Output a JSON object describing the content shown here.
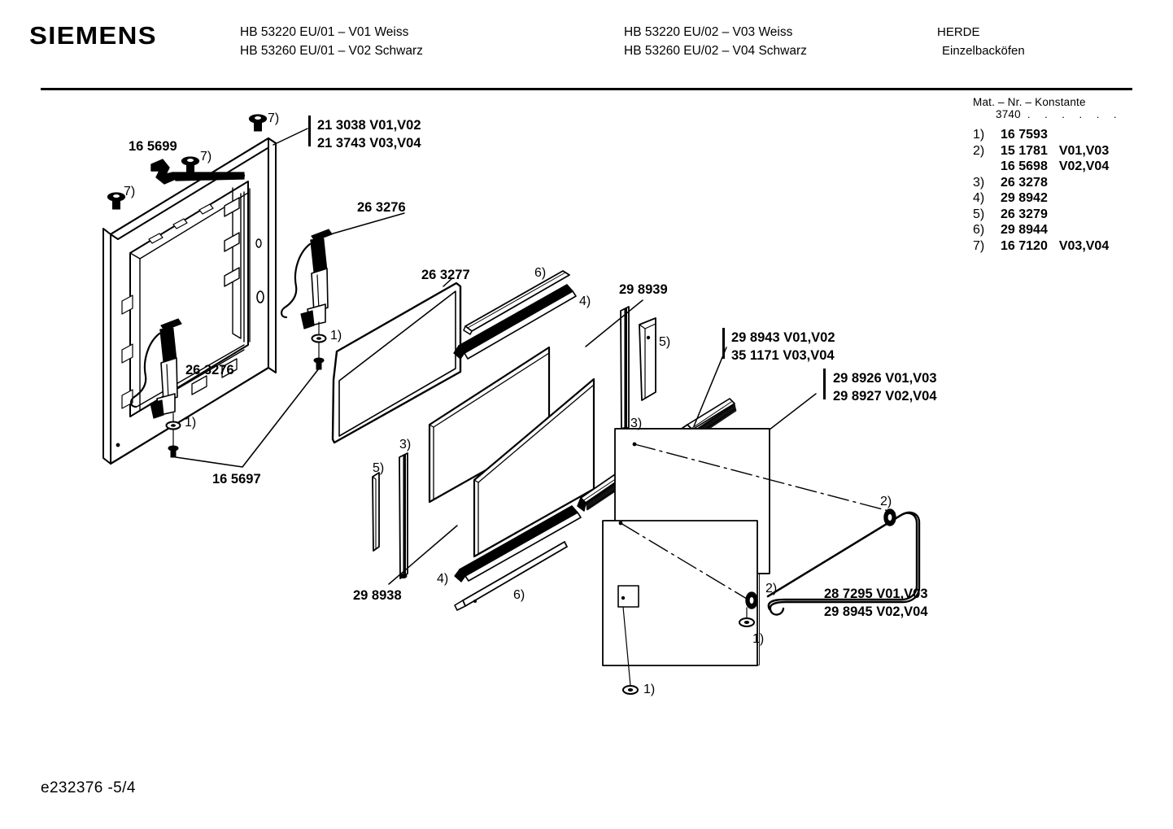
{
  "header": {
    "brand": "SIEMENS",
    "models_col1": [
      "HB 53220 EU/01 – V01 Weiss",
      "HB 53260 EU/01 – V02 Schwarz"
    ],
    "models_col2": [
      "HB 53220 EU/02 – V03 Weiss",
      "HB 53260 EU/02 – V04 Schwarz"
    ],
    "category": "HERDE",
    "subcategory": "Einzelbacköfen"
  },
  "legend": {
    "title": "Mat. – Nr. – Konstante",
    "constant": "3740",
    "dots": ". .  . . . .",
    "rows": [
      {
        "idx": "1)",
        "num": "16 7593",
        "var": ""
      },
      {
        "idx": "2)",
        "num": "15 1781",
        "var": "V01,V03"
      },
      {
        "idx": "",
        "num": "16 5698",
        "var": "V02,V04"
      },
      {
        "idx": "3)",
        "num": "26 3278",
        "var": ""
      },
      {
        "idx": "4)",
        "num": "29 8942",
        "var": ""
      },
      {
        "idx": "5)",
        "num": "26 3279",
        "var": ""
      },
      {
        "idx": "6)",
        "num": "29 8944",
        "var": ""
      },
      {
        "idx": "7)",
        "num": "16 7120",
        "var": "V03,V04"
      }
    ]
  },
  "callouts": {
    "frame_panel_l1": "21 3038 V01,V02",
    "frame_panel_l2": "21 3743 V03,V04",
    "bracket_165699": "16 5699",
    "hinge_top_263276": "26 3276",
    "hinge_bottom_263276": "26 3276",
    "rod_165697": "16 5697",
    "glass_outer_263277": "26 3277",
    "seal_298939": "29 8939",
    "seal_298938": "29 8938",
    "strip_l1_298943": "29 8943 V01,V02",
    "strip_l2_351171": "35 1171 V03,V04",
    "inner_panel_l1_298926": "29 8926 V01,V03",
    "inner_panel_l2_298927": "29 8927 V02,V04",
    "handle_l1_287295": "28 7295 V01,V03",
    "handle_l2_298945": "29 8945 V02,V04"
  },
  "item_refs": {
    "r1": "1)",
    "r2": "2)",
    "r3": "3)",
    "r4": "4)",
    "r5": "5)",
    "r6": "6)",
    "r7": "7)"
  },
  "footer": {
    "drawing_no": "e232376 -5/4"
  },
  "colors": {
    "ink": "#000000",
    "paper": "#ffffff"
  }
}
